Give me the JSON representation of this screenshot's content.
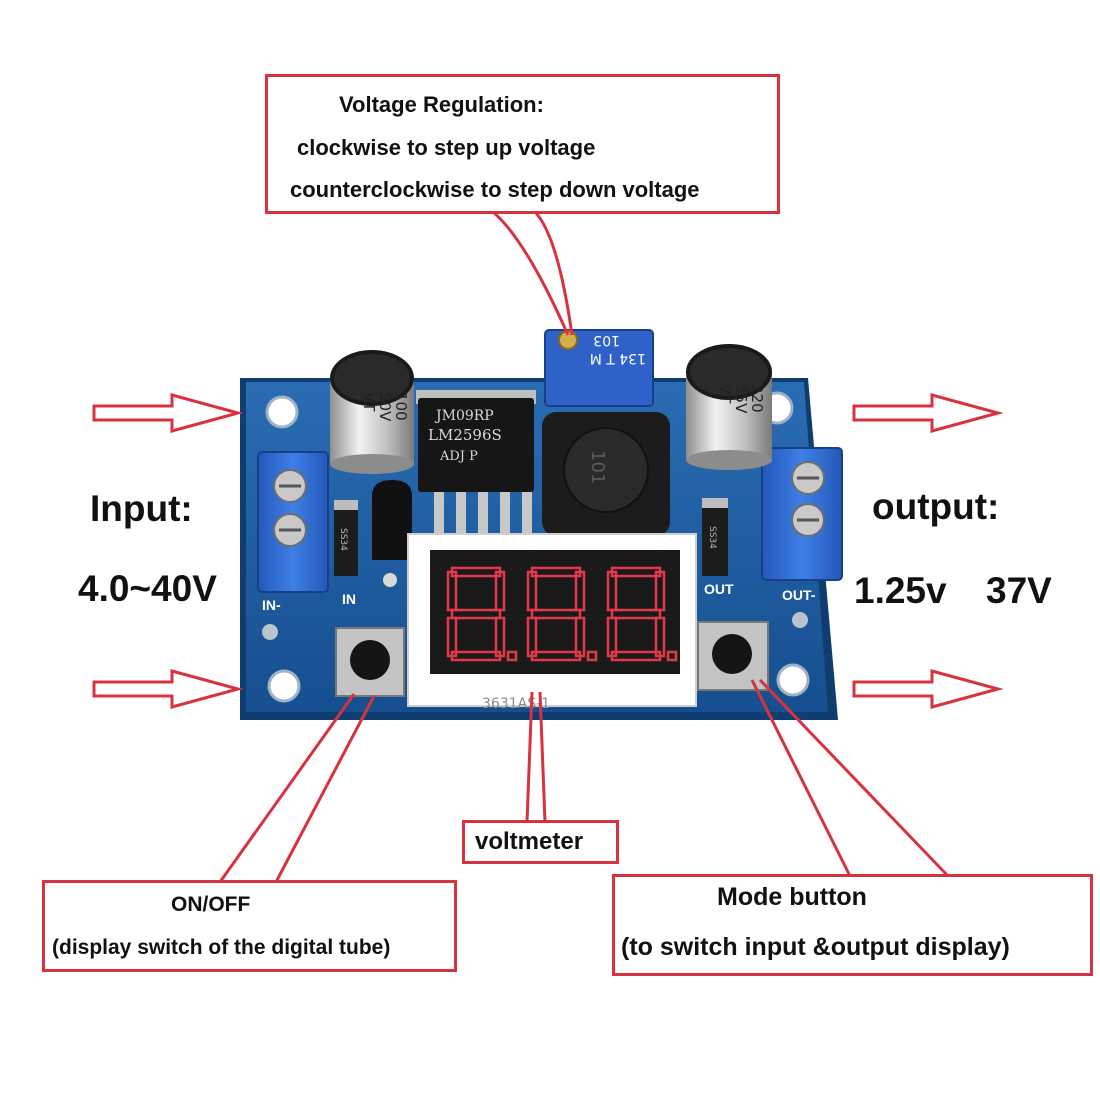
{
  "callouts": {
    "voltage_regulation": {
      "title": "Voltage Regulation:",
      "line1": "clockwise to step up voltage",
      "line2": "counterclockwise to step down voltage"
    },
    "voltmeter": {
      "label": "voltmeter"
    },
    "on_off": {
      "title": "ON/OFF",
      "line1": "(display switch of the digital tube)"
    },
    "mode_button": {
      "title": "Mode button",
      "line1": "(to switch input &output display)"
    }
  },
  "input": {
    "label": "Input:",
    "range": "4.0~40V"
  },
  "output": {
    "label": "output:",
    "range_left": "1.25v",
    "range_right": "37V"
  },
  "board": {
    "cap_left": [
      "100",
      "50V",
      "VT"
    ],
    "cap_right": [
      "220",
      "35V",
      "VT"
    ],
    "ic": [
      "JM09RP",
      "LM2596S",
      "ADJ   P"
    ],
    "pot": [
      "103",
      "134 T   M"
    ],
    "inductor": "101",
    "display_model": "3631AS-1",
    "silk_in": "IN",
    "silk_in_minus": "IN-",
    "silk_out": "OUT",
    "silk_out_minus": "OUT-",
    "diode": "SS34"
  },
  "colors": {
    "callout_border": "#d9323f",
    "arrow": "#d9323f",
    "pcb": "#1b5a9e",
    "terminal": "#2f6ed1"
  }
}
